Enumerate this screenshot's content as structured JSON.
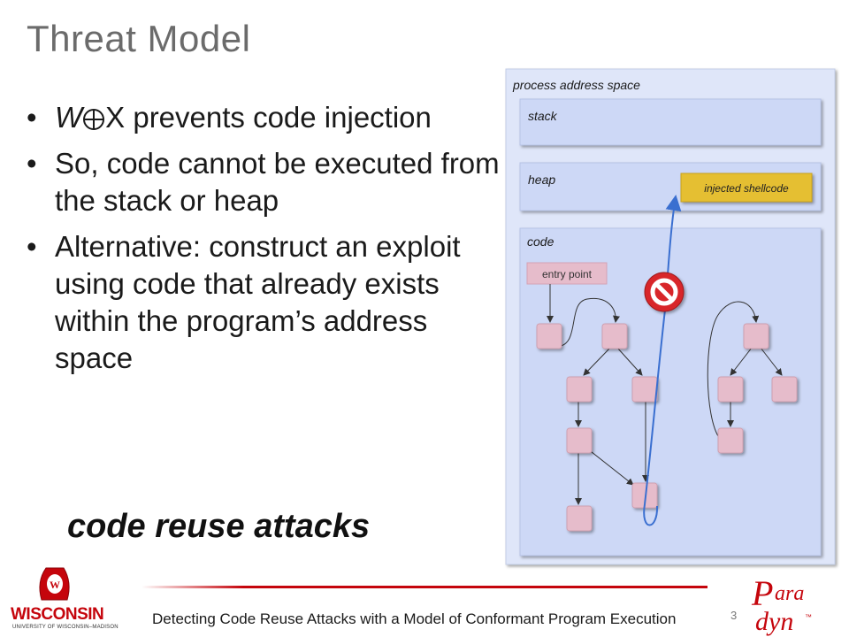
{
  "slide": {
    "title": "Threat Model",
    "bullets": {
      "b1_prefix": "W",
      "b1_rest": "X prevents code injection",
      "b2": "So, code cannot be executed from the stack or heap",
      "b3": "Alternative: construct an exploit using code that already exists within the program’s address space"
    },
    "emphasis": "code reuse attacks"
  },
  "diagram": {
    "container_label": "process address space",
    "stack_label": "stack",
    "heap_label": "heap",
    "code_label": "code",
    "shellcode_label": "injected shellcode",
    "entry_label": "entry point",
    "prohibited_icon": "no-entry-icon"
  },
  "footer": {
    "title": "Detecting Code Reuse Attacks with a Model of Conformant Program Execution",
    "page_number": "3",
    "left_logo_text": "WISCONSIN",
    "left_logo_subtext": "UNIVERSITY OF WISCONSIN–MADISON",
    "left_logo_crest": "W",
    "right_logo_text_1": "P",
    "right_logo_text_2": "ara",
    "right_logo_text_3": "dyn",
    "right_logo_tm": "™"
  },
  "colors": {
    "accent_red": "#c5050c",
    "region_fill": "#cdd8f6",
    "outer_fill": "#dfe6f9",
    "node_fill": "#e6bccb",
    "shellcode_fill": "#e5bf32",
    "arrow_blue": "#3a6fd0"
  }
}
